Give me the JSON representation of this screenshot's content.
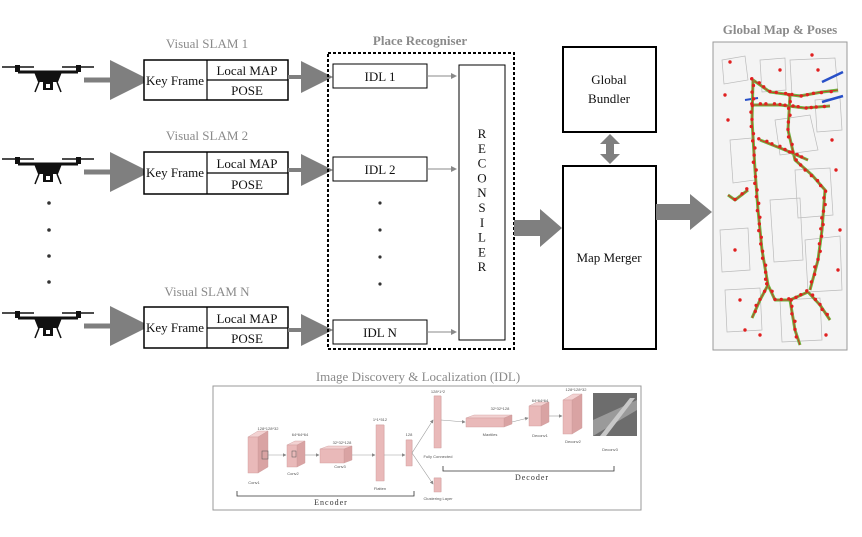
{
  "slam_modules": [
    {
      "title": "Visual SLAM 1",
      "keyframe": "Key Frame",
      "localmap": "Local MAP",
      "pose": "POSE"
    },
    {
      "title": "Visual SLAM 2",
      "keyframe": "Key Frame",
      "localmap": "Local MAP",
      "pose": "POSE"
    },
    {
      "title": "Visual SLAM N",
      "keyframe": "Key Frame",
      "localmap": "Local MAP",
      "pose": "POSE"
    }
  ],
  "place_recogniser": {
    "title": "Place Recogniser",
    "idl_labels": [
      "IDL 1",
      "IDL 2",
      "IDL N"
    ],
    "reconsiler_letters": [
      "R",
      "E",
      "C",
      "O",
      "N",
      "S",
      "I",
      "L",
      "E",
      "R"
    ]
  },
  "global_bundler": {
    "line1": "Global",
    "line2": "Bundler"
  },
  "map_merger": "Map Merger",
  "global_map_title": "Global Map & Poses",
  "idl_network": {
    "title": "Image Discovery & Localization (IDL)",
    "encoder_label": "Encoder",
    "decoder_label": "Decoder",
    "layer_labels": [
      "Conv1",
      "Conv2",
      "Conv3",
      "Flatten",
      "Fully Connected",
      "Maxtiles",
      "Deconv1",
      "Deconv2",
      "Deconv3",
      "Clustering Layer"
    ],
    "dim_labels": [
      "128*128*32",
      "64*64*64",
      "32*32*128",
      "1*1*512",
      "128",
      "128*1*2",
      "32*32*128",
      "64*64*64",
      "128*128*32"
    ]
  },
  "colors": {
    "arrow": "#7f7f7f",
    "layer_fill": "#e9b9b9",
    "track_green": "#6db33f",
    "point_red": "#e02020",
    "road_blue": "#2850c8"
  }
}
